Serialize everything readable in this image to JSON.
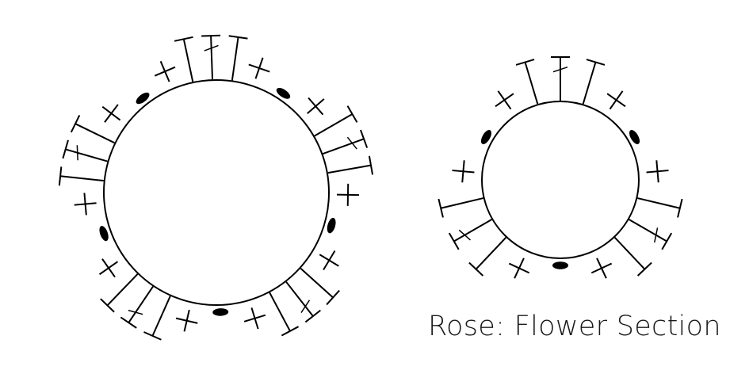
{
  "caption": "Rose: Flower Section",
  "colors": {
    "ink": "#000000",
    "background": "#ffffff"
  },
  "diagrams": [
    {
      "name": "large-rose-chart",
      "petals": 5,
      "stitch_sequence": [
        "chain-stitch",
        "single-crochet",
        "double-crochet",
        "double-crochet",
        "double-crochet",
        "single-crochet"
      ]
    },
    {
      "name": "small-rose-chart",
      "petals": 3,
      "stitch_sequence": [
        "chain-stitch",
        "single-crochet",
        "double-crochet",
        "double-crochet",
        "double-crochet",
        "single-crochet"
      ]
    }
  ]
}
